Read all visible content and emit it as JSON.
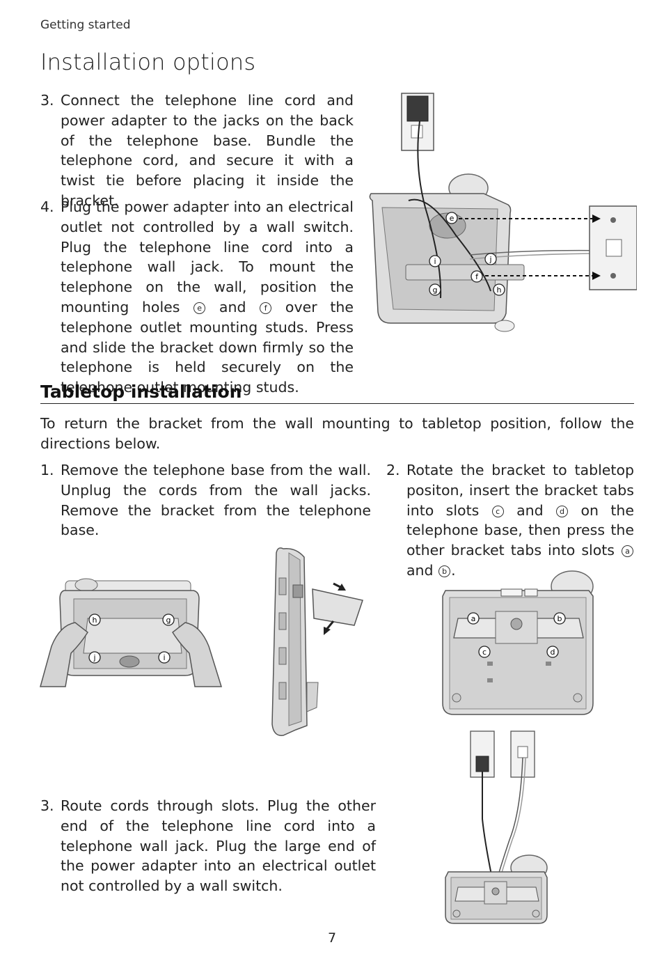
{
  "header": {
    "section": "Getting started"
  },
  "page": {
    "title": "Installation options",
    "number": "7"
  },
  "wall_steps": {
    "step3": {
      "num": "3.",
      "text": "Connect the telephone line cord and power adapter to the jacks on the back of the telephone base. Bundle the telephone cord, and secure it with a twist tie before placing it inside the bracket."
    },
    "step4": {
      "num": "4.",
      "text_a": "Plug the power adapter into an electrical outlet not controlled by a wall switch. Plug the telephone line cord into a telephone wall jack. To mount the telephone on the wall, position the mounting holes",
      "mark_e": "e",
      "and": "and",
      "mark_f": "f",
      "text_b": "over the telephone outlet mounting studs. Press and slide the bracket down firmly so the telephone is held securely on the telephone outlet mounting studs."
    }
  },
  "tabletop": {
    "heading": "Tabletop installation",
    "intro": "To return the bracket from the wall mounting to tabletop position, follow the directions below.",
    "step1": {
      "num": "1.",
      "text": "Remove the telephone base from the wall. Unplug the cords from the wall jacks. Remove the bracket from the telephone base."
    },
    "step2": {
      "num": "2.",
      "text_a": "Rotate the bracket to tabletop positon, insert the bracket tabs into slots",
      "mark_c": "c",
      "and1": "and",
      "mark_d": "d",
      "text_b": "on the telephone base, then press the other bracket tabs into slots",
      "mark_a": "a",
      "and2": "and",
      "mark_b": "b",
      "end": "."
    },
    "step3": {
      "num": "3.",
      "text": "Route cords through slots. Plug the other end of the telephone line cord into a telephone wall jack. Plug the large end of the power adapter into an electrical outlet not controlled by a wall switch."
    }
  },
  "figure_labels": {
    "wall": [
      "e",
      "i",
      "j",
      "f",
      "g",
      "h"
    ],
    "remove": [
      "h",
      "g",
      "j",
      "i"
    ],
    "rotate": [
      "a",
      "b",
      "c",
      "d"
    ]
  }
}
